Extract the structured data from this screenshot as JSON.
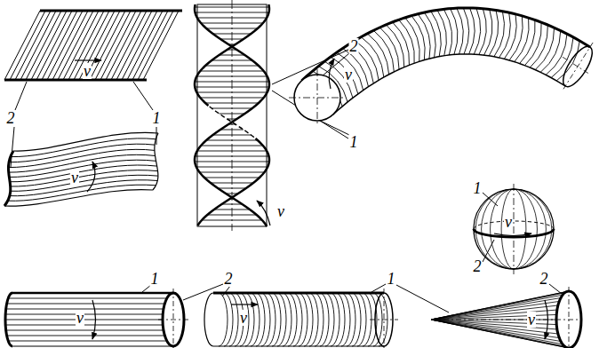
{
  "diagram": {
    "labels": [
      "v",
      "2",
      "1",
      "v",
      "v",
      "2",
      "1",
      "v",
      "1",
      "v",
      "2",
      "1",
      "2",
      "1",
      "2",
      "v",
      "v",
      "v"
    ]
  }
}
